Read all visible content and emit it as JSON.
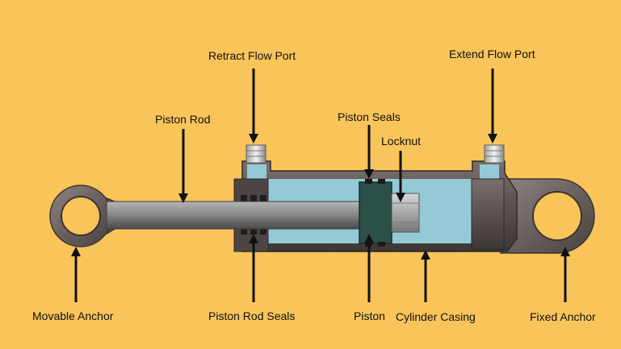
{
  "labels": {
    "retract_flow_port": "Retract Flow Port",
    "extend_flow_port": "Extend Flow Port",
    "piston_rod": "Piston Rod",
    "piston_seals": "Piston Seals",
    "locknut": "Locknut",
    "movable_anchor": "Movable Anchor",
    "piston_rod_seals": "Piston Rod Seals",
    "piston": "Piston",
    "cylinder_casing": "Cylinder Casing",
    "fixed_anchor": "Fixed Anchor"
  },
  "colors": {
    "background": "#f9c45a",
    "fluid": "#93cad6",
    "rod": "#8d8d8d",
    "metal_dark": "#5c5452",
    "piston": "#2c4f48",
    "arrow": "#111111"
  }
}
